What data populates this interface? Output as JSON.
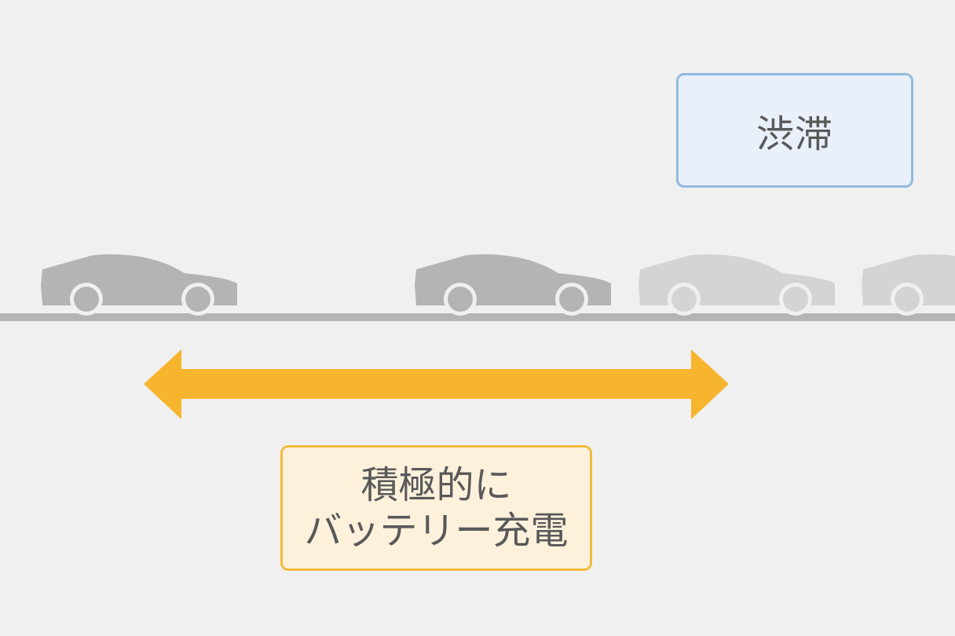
{
  "congestion_label": "渋滞",
  "charge_label": {
    "line1": "積極的に",
    "line2": "バッテリー充電"
  },
  "colors": {
    "background": "#f0f0f0",
    "road": "#b4b4b4",
    "car_normal": "#b4b4b4",
    "car_faded": "#d4d4d4",
    "arrow": "#f7b52e",
    "congestion_fill": "#eaf0f9",
    "congestion_border": "#94b9dd",
    "charge_fill": "#fdf1dc",
    "charge_border": "#f2bb3d",
    "text": "#595959"
  },
  "icons": [
    "car-icon",
    "double-arrow-icon"
  ]
}
